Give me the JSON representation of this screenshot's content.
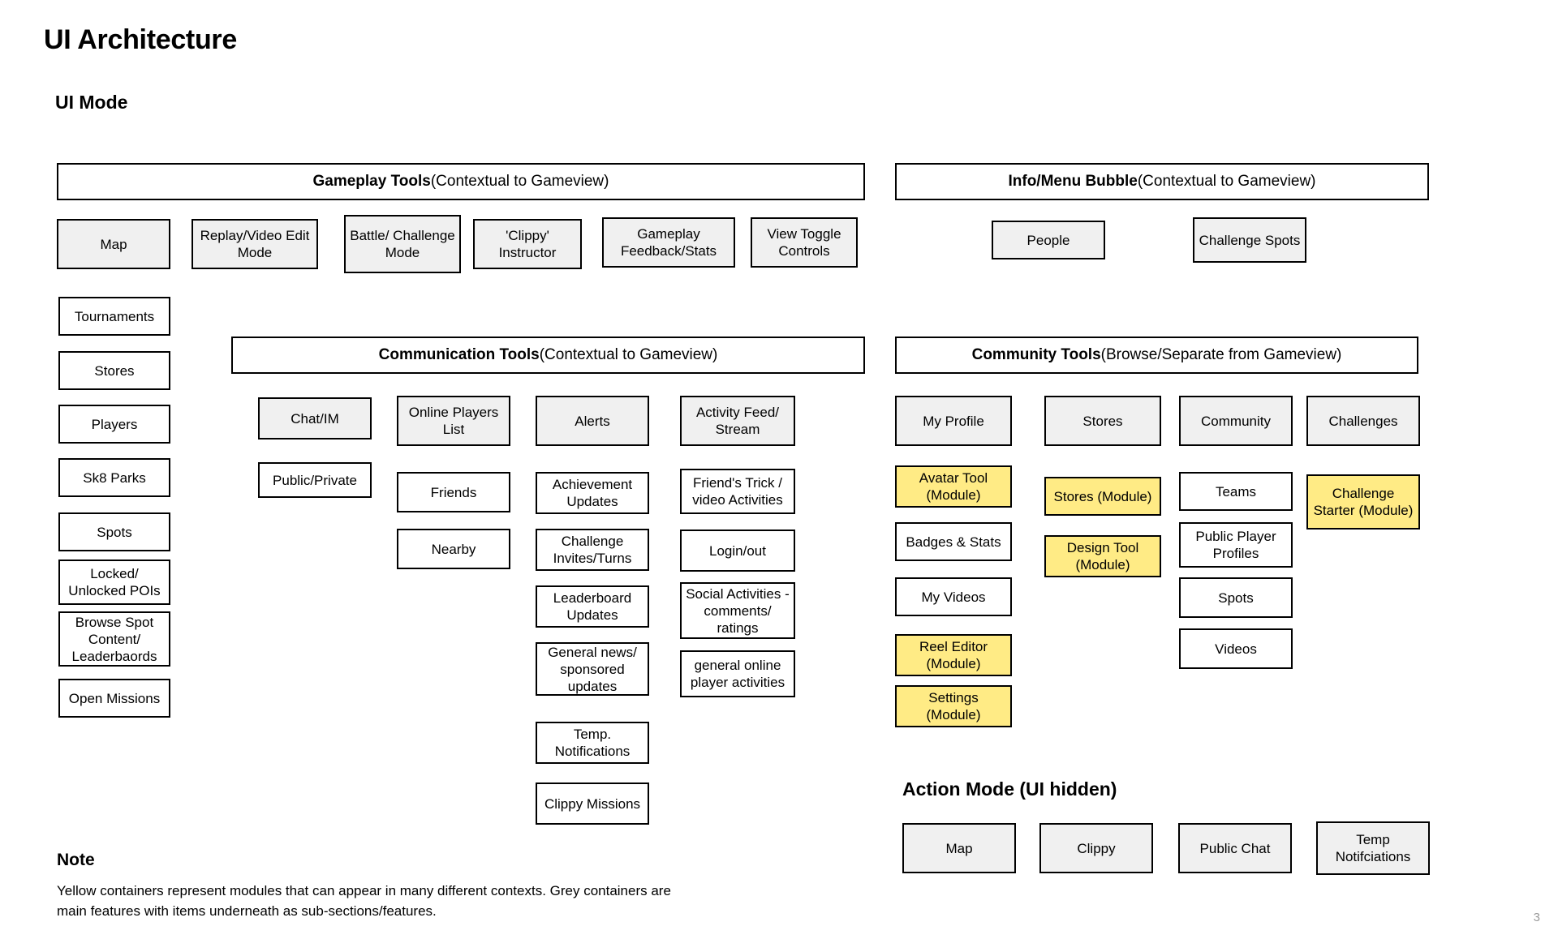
{
  "page": {
    "title": "UI Architecture",
    "number": "3"
  },
  "headings": {
    "ui_mode": "UI Mode",
    "action_mode": "Action Mode (UI hidden)",
    "note": "Note"
  },
  "note": {
    "body": "Yellow containers represent modules that can appear in many different contexts. Grey containers are main features with items underneath as sub-sections/features."
  },
  "legend_colors": {
    "module_yellow": "#ffeb85",
    "main_feature_grey": "#f0f0f0",
    "sub_feature_white": "#ffffff",
    "border": "#000000"
  },
  "groups": {
    "gameplay_tools": {
      "strong": "Gameplay Tools",
      "rest": " (Contextual to Gameview)"
    },
    "info_menu_bubble": {
      "strong": "Info/Menu Bubble",
      "rest": " (Contextual to Gameview)"
    },
    "communication_tools": {
      "strong": "Communication Tools",
      "rest": " (Contextual to Gameview)"
    },
    "community_tools": {
      "strong": "Community Tools",
      "rest": " (Browse/Separate from Gameview)"
    }
  },
  "gameplay_row": [
    {
      "label": "Map",
      "style": "grey"
    },
    {
      "label": "Replay/Video Edit Mode",
      "style": "grey"
    },
    {
      "label": "Battle/ Challenge Mode",
      "style": "grey"
    },
    {
      "label": "'Clippy' Instructor",
      "style": "grey"
    },
    {
      "label": "Gameplay Feedback/Stats",
      "style": "grey"
    },
    {
      "label": "View Toggle Controls",
      "style": "grey"
    }
  ],
  "map_children": [
    {
      "label": "Tournaments",
      "style": "white"
    },
    {
      "label": "Stores",
      "style": "white"
    },
    {
      "label": "Players",
      "style": "white"
    },
    {
      "label": "Sk8 Parks",
      "style": "white"
    },
    {
      "label": "Spots",
      "style": "white"
    },
    {
      "label": "Locked/ Unlocked POIs",
      "style": "white"
    },
    {
      "label": "Browse Spot Content/ Leaderbaords",
      "style": "white"
    },
    {
      "label": "Open Missions",
      "style": "white"
    }
  ],
  "info_menu_items": [
    {
      "label": "People",
      "style": "grey"
    },
    {
      "label": "Challenge Spots",
      "style": "grey"
    }
  ],
  "communication_columns": [
    {
      "head": {
        "label": "Chat/IM",
        "style": "grey"
      },
      "children": [
        {
          "label": "Public/Private",
          "style": "white"
        }
      ]
    },
    {
      "head": {
        "label": "Online Players List",
        "style": "grey"
      },
      "children": [
        {
          "label": "Friends",
          "style": "white"
        },
        {
          "label": "Nearby",
          "style": "white"
        }
      ]
    },
    {
      "head": {
        "label": "Alerts",
        "style": "grey"
      },
      "children": [
        {
          "label": "Achievement Updates",
          "style": "white"
        },
        {
          "label": "Challenge Invites/Turns",
          "style": "white"
        },
        {
          "label": "Leaderboard Updates",
          "style": "white"
        },
        {
          "label": "General news/ sponsored updates",
          "style": "white"
        },
        {
          "label": "Temp. Notifications",
          "style": "white"
        },
        {
          "label": "Clippy Missions",
          "style": "white"
        }
      ]
    },
    {
      "head": {
        "label": "Activity Feed/ Stream",
        "style": "grey"
      },
      "children": [
        {
          "label": "Friend's Trick / video Activities",
          "style": "white"
        },
        {
          "label": "Login/out",
          "style": "white"
        },
        {
          "label": "Social Activities - comments/ ratings",
          "style": "white"
        },
        {
          "label": "general online player activities",
          "style": "white"
        }
      ]
    }
  ],
  "community_columns": [
    {
      "head": {
        "label": "My Profile",
        "style": "grey"
      },
      "children": [
        {
          "label": "Avatar Tool (Module)",
          "style": "yellow"
        },
        {
          "label": "Badges & Stats",
          "style": "white"
        },
        {
          "label": "My Videos",
          "style": "white"
        },
        {
          "label": "Reel Editor (Module)",
          "style": "yellow"
        },
        {
          "label": "Settings (Module)",
          "style": "yellow"
        }
      ]
    },
    {
      "head": {
        "label": "Stores",
        "style": "grey"
      },
      "children": [
        {
          "label": "Stores (Module)",
          "style": "yellow"
        },
        {
          "label": "Design Tool (Module)",
          "style": "yellow"
        }
      ]
    },
    {
      "head": {
        "label": "Community",
        "style": "grey"
      },
      "children": [
        {
          "label": "Teams",
          "style": "white"
        },
        {
          "label": "Public Player Profiles",
          "style": "white"
        },
        {
          "label": "Spots",
          "style": "white"
        },
        {
          "label": "Videos",
          "style": "white"
        }
      ]
    },
    {
      "head": {
        "label": "Challenges",
        "style": "grey"
      },
      "children": [
        {
          "label": "Challenge Starter (Module)",
          "style": "yellow"
        }
      ]
    }
  ],
  "action_mode_items": [
    {
      "label": "Map",
      "style": "grey"
    },
    {
      "label": "Clippy",
      "style": "grey"
    },
    {
      "label": "Public Chat",
      "style": "grey"
    },
    {
      "label": "Temp Notifciations",
      "style": "grey"
    }
  ]
}
